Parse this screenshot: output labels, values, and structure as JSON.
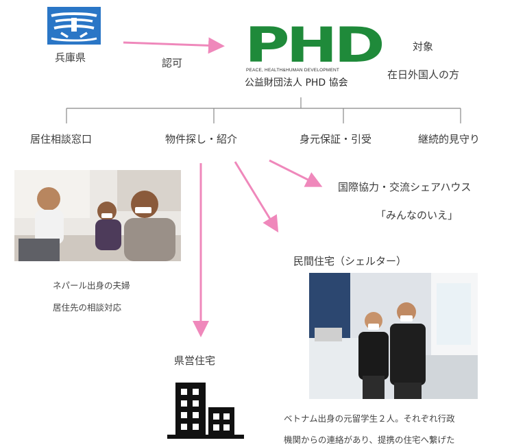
{
  "hyogo": {
    "label": "兵庫県"
  },
  "approval": {
    "label": "認可"
  },
  "phd": {
    "logo_text": "PHD",
    "tagline": "PEACE, HEALTH&HUMAN DEVELOPMENT",
    "org_name": "公益財団法人 PHD 協会"
  },
  "target": {
    "title": "対象",
    "value": "在日外国人の方"
  },
  "services": [
    {
      "label": "居住相談窓口"
    },
    {
      "label": "物件探し・紹介"
    },
    {
      "label": "身元保証・引受"
    },
    {
      "label": "継続的見守り"
    }
  ],
  "share_house": {
    "line1": "国際協力・交流シェアハウス",
    "line2": "「みんなのいえ」"
  },
  "shelter": {
    "label": "民間住宅（シェルター）"
  },
  "nepal_caption": {
    "line1": "ネパール出身の夫婦",
    "line2": "居住先の相談対応"
  },
  "public_housing": {
    "label": "県営住宅"
  },
  "vietnam_caption": {
    "line1": "ベトナム出身の元留学生２人。それぞれ行政",
    "line2": "機関からの連絡があり、提携の住宅へ繋げた"
  },
  "colors": {
    "arrow": "#ef88bb",
    "phd_green": "#1f8a3a",
    "hyogo_blue": "#2a76c6",
    "line": "#888888"
  },
  "icons": [
    "hyogo-emblem-icon",
    "building-icon"
  ]
}
